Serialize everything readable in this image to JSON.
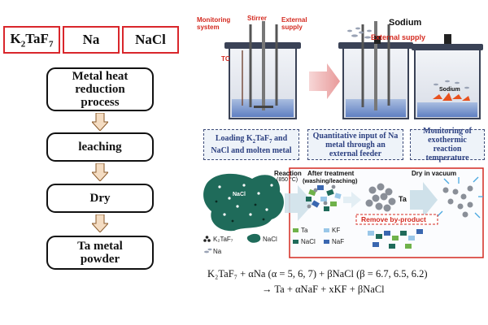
{
  "flowchart": {
    "inputs": [
      {
        "base": "K",
        "sub1": "2",
        "mid": "TaF",
        "sub2": "7"
      },
      {
        "text": "Na"
      },
      {
        "text": "NaCl"
      }
    ],
    "steps": [
      {
        "lines": [
          "Metal heat",
          "reduction",
          "process"
        ]
      },
      {
        "lines": [
          "leaching"
        ]
      },
      {
        "lines": [
          "Dry"
        ]
      },
      {
        "lines": [
          "Ta metal",
          "powder"
        ]
      }
    ]
  },
  "reactors": {
    "labels": {
      "monitoring_system": "Monitoring system",
      "stirrer": "Stirrer",
      "external_supply": "External supply",
      "tc": "TC",
      "sodium_title": "Sodium",
      "external_supply_2": "External supply",
      "sodium_inner": "Sodium"
    },
    "captions": [
      {
        "pre": "Loading K",
        "s1": "2",
        "mid": "TaF",
        "s2": "7",
        "post": " and NaCl and molten metal"
      },
      {
        "text": "Quantitative input of Na metal through an external feeder"
      },
      {
        "text": "Monitoring of exothermic reaction temperature"
      }
    ]
  },
  "process": {
    "reaction_label": "Reaction",
    "reaction_temp": "(850 °C)",
    "blob_label": "NaCl",
    "after_treatment": "After treatment",
    "after_treatment_sub": "(washing/leaching)",
    "dry_label": "Dry in vacuum",
    "ta_label": "Ta",
    "remove_label": "Remove by-product",
    "legend_left": [
      "K₂TaF₇",
      "NaCl",
      "Na"
    ],
    "legend_right": [
      "Ta",
      "KF",
      "NaCl",
      "NaF"
    ]
  },
  "equation": {
    "line1": "K₂TaF₇ + αNa (α = 5, 6, 7) + βNaCl (β = 6.7, 6.5, 6.2)",
    "line2": "→ Ta + αNaF + xKF + βNaCl"
  },
  "colors": {
    "input_border": "#d9262b",
    "caption_text": "#2b3f80",
    "blob": "#1f6b5a",
    "arrow_fill": "#f4dcc2",
    "arrow_stroke": "#8a5a2a"
  }
}
